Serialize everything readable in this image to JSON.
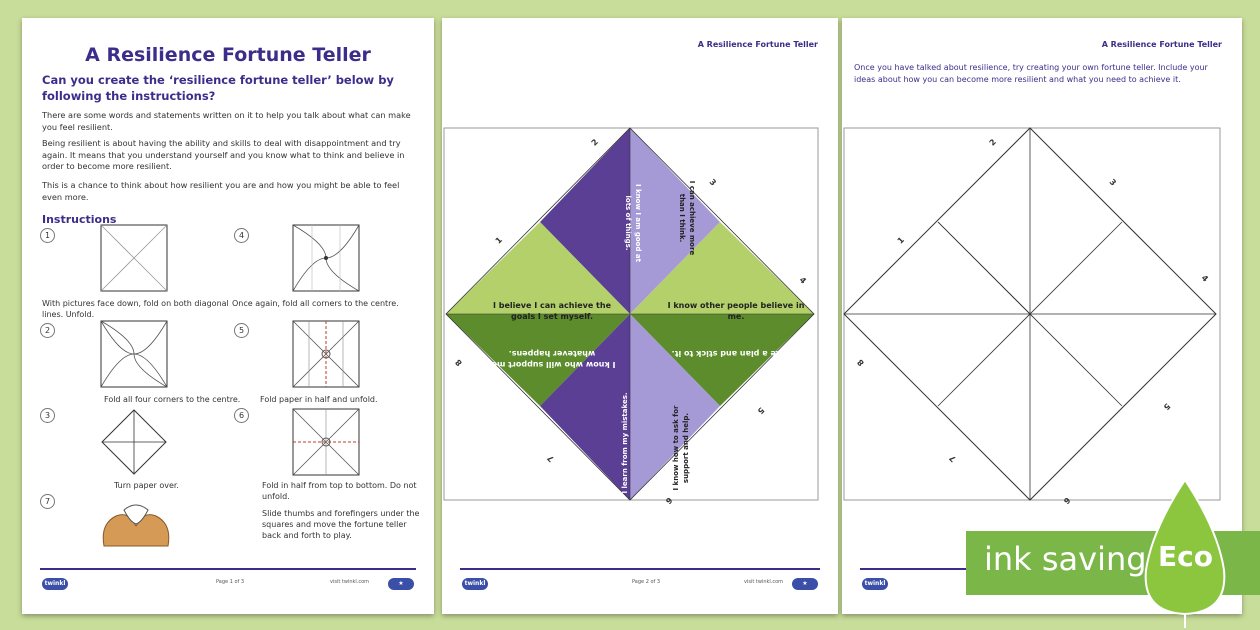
{
  "page1": {
    "title": "A Resilience Fortune Teller",
    "subtitle": "Can you create the ‘resilience fortune teller’ below by following the instructions?",
    "para1": "There are some words and statements written on it to help you talk about what can make you feel resilient.",
    "para2": "Being resilient is about having the ability and skills to deal with disappointment and try again. It means that you understand yourself and you know what to think and believe in order to become more resilient.",
    "para3": "This is a chance to think about how resilient you are and how you might be able to feel even more.",
    "instructions_heading": "Instructions",
    "steps": [
      {
        "n": "1",
        "text": "With pictures face down, fold on both diagonal lines. Unfold."
      },
      {
        "n": "2",
        "text": "Fold all four corners to the centre."
      },
      {
        "n": "3",
        "text": "Turn paper over."
      },
      {
        "n": "4",
        "text": "Once again, fold all corners to the centre."
      },
      {
        "n": "5",
        "text": "Fold paper in half and unfold."
      },
      {
        "n": "6",
        "text": "Fold in half from top to bottom. Do not unfold."
      },
      {
        "n": "7",
        "text": "Slide thumbs and forefingers under the squares and move the fortune teller back and forth to play."
      }
    ],
    "footer_logo": "twinkl",
    "footer_page": "Page 1 of 3",
    "footer_url": "visit twinkl.com"
  },
  "page2": {
    "header": "A Resilience Fortune Teller",
    "numbers": [
      "1",
      "2",
      "3",
      "4",
      "5",
      "6",
      "7",
      "8"
    ],
    "statements": {
      "top_left": "I know I am good at lots of things.",
      "top_right": "I can achieve more than I think.",
      "left_upper": "I believe I can achieve the goals I set myself.",
      "right_upper": "I know other people believe in me.",
      "left_lower": "I know who will support me, whatever happens.",
      "right_lower": "I make a plan and stick to it.",
      "bottom_left": "I learn from my mistakes.",
      "bottom_right": "I know how to ask for support and help."
    },
    "footer_page": "Page 2 of 3",
    "footer_url": "visit twinkl.com",
    "footer_logo": "twinkl"
  },
  "page3": {
    "header": "A Resilience Fortune Teller",
    "intro": "Once you have talked about resilience, try creating your own fortune teller. Include your ideas about how you can become more resilient and what you need to achieve it.",
    "numbers": [
      "1",
      "2",
      "3",
      "4",
      "5",
      "6",
      "7",
      "8"
    ],
    "footer_logo": "twinkl"
  },
  "badge": {
    "text": "ink saving",
    "label": "Eco"
  },
  "colors": {
    "purple_dark": "#5b3f95",
    "purple_light": "#a59ad6",
    "green_dark": "#5c8c2c",
    "green_light": "#b3d06a",
    "title_blue": "#3d2d8a",
    "eco_green": "#7ab648"
  }
}
